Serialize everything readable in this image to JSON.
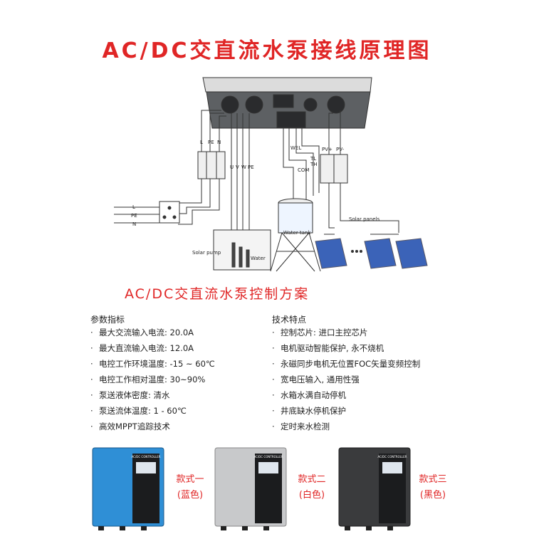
{
  "title": "AC/DC交直流水泵接线原理图",
  "subtitle": "AC/DC交直流水泵控制方案",
  "diagram": {
    "breaker1_labels": [
      "L",
      "PE",
      "N"
    ],
    "motor_labels": [
      "U",
      "V",
      "W",
      "PE"
    ],
    "sensor_labels": [
      "WEL",
      "TL",
      "TH",
      "COM"
    ],
    "pv_labels": [
      "PV+",
      "PV-"
    ],
    "ac_labels": [
      "L",
      "PE",
      "N"
    ],
    "solar_pump": "Solar pump",
    "water": "Water",
    "water_tank": "Water tank",
    "solar_panels": "Solar panels"
  },
  "params": {
    "heading": "参数指标",
    "items": [
      "最大交流输入电流:  20.0A",
      "最大直流输入电流:  12.0A",
      "电控工作环境温度:  -15 ~ 60℃",
      "电控工作相对温度:  30~90%",
      "泵送液体密度:  清水",
      "泵送流体温度:  1 - 60℃",
      "高效MPPT追踪技术"
    ]
  },
  "tech": {
    "heading": "技术特点",
    "items": [
      "控制芯片:  进口主控芯片",
      "电机驱动智能保护, 永不烧机",
      "永磁同步电机无位置FOC矢量变频控制",
      "宽电压输入, 通用性强",
      "水箱水满自动停机",
      "井底缺水停机保护",
      "定时来水检测"
    ]
  },
  "products": [
    {
      "line1": "款式一",
      "line2": "(蓝色)",
      "color": "#2f8fd6",
      "label": "AC/DC CONTROLLER"
    },
    {
      "line1": "款式二",
      "line2": "(白色)",
      "color": "#c8c9cb",
      "label": "AC/DC CONTROLLER"
    },
    {
      "line1": "款式三",
      "line2": "(黑色)",
      "color": "#3a3b3d",
      "label": "AC/DC CONTROLLER"
    }
  ],
  "colors": {
    "accent": "#e02626"
  }
}
